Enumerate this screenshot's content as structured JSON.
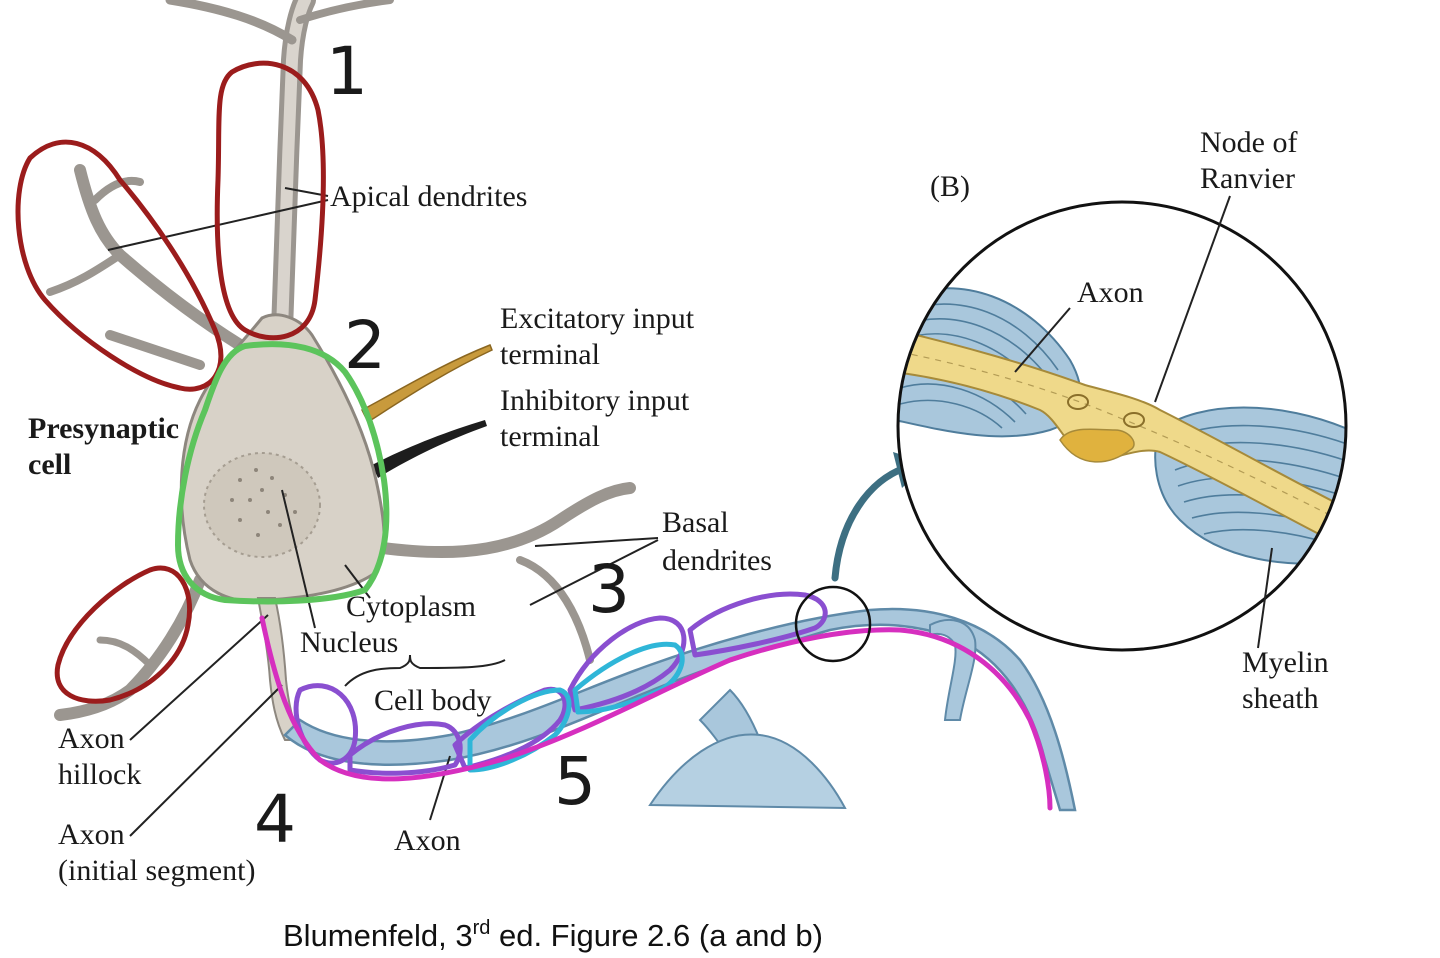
{
  "panel_b_label": "(B)",
  "labels": {
    "apical_dendrites": "Apical dendrites",
    "presynaptic_cell_line1": "Presynaptic",
    "presynaptic_cell_line2": "cell",
    "excitatory_line1": "Excitatory input",
    "excitatory_line2": "terminal",
    "inhibitory_line1": "Inhibitory input",
    "inhibitory_line2": "terminal",
    "basal_line1": "Basal",
    "basal_line2": "dendrites",
    "cytoplasm": "Cytoplasm",
    "nucleus": "Nucleus",
    "cell_body": "Cell body",
    "axon_hillock_line1": "Axon",
    "axon_hillock_line2": "hillock",
    "axon_initial_line1": "Axon",
    "axon_initial_line2": "(initial segment)",
    "axon_bottom": "Axon",
    "node_line1": "Node of",
    "node_line2": "Ranvier",
    "axon_inset": "Axon",
    "myelin_line1": "Myelin",
    "myelin_line2": "sheath"
  },
  "annotations": {
    "num_1": "1",
    "num_2": "2",
    "num_3": "3",
    "num_4": "4",
    "num_5": "5"
  },
  "colors": {
    "annotation_1": "#9b1c1c",
    "annotation_2": "#5cc45c",
    "annotation_3": "#8a4fd0",
    "annotation_4": "#d62fbf",
    "annotation_5": "#2fb6d8",
    "myelin": "#a9c7dc",
    "axon_inset": "#efd98a",
    "soma": "#d8d2c8"
  },
  "caption": {
    "prefix": "Blumenfeld, 3",
    "superscript": "rd",
    "suffix": " ed. Figure 2.6 (a and b)"
  }
}
